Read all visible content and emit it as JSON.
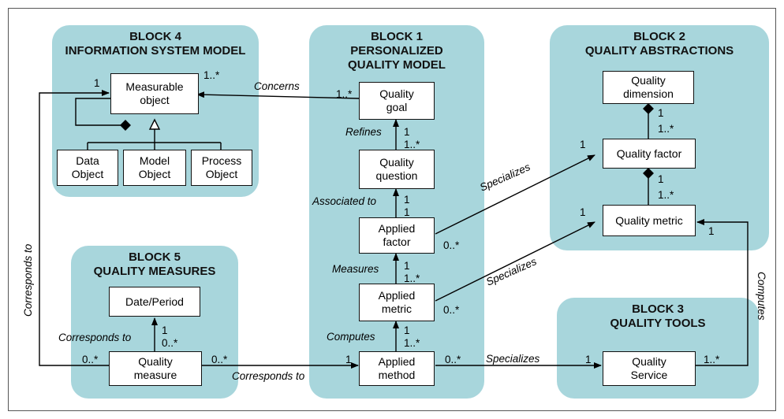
{
  "blocks": {
    "b4": "BLOCK 4\nINFORMATION SYSTEM MODEL",
    "b1": "BLOCK 1\nPERSONALIZED\nQUALITY MODEL",
    "b2": "BLOCK 2\nQUALITY ABSTRACTIONS",
    "b5": "BLOCK 5\nQUALITY MEASURES",
    "b3": "BLOCK 3\nQUALITY TOOLS"
  },
  "boxes": {
    "measurable_object": "Measurable\nobject",
    "data_object": "Data\nObject",
    "model_object": "Model\nObject",
    "process_object": "Process\nObject",
    "quality_goal": "Quality\ngoal",
    "quality_question": "Quality\nquestion",
    "applied_factor": "Applied\nfactor",
    "applied_metric": "Applied\nmetric",
    "applied_method": "Applied\nmethod",
    "quality_dimension": "Quality\ndimension",
    "quality_factor": "Quality factor",
    "quality_metric": "Quality metric",
    "date_period": "Date/Period",
    "quality_measure": "Quality\nmeasure",
    "quality_service": "Quality\nService"
  },
  "relations": {
    "concerns": "Concerns",
    "refines": "Refines",
    "associated_to": "Associated to",
    "measures": "Measures",
    "computes_left": "Computes",
    "computes_right": "Computes",
    "specializes_factor": "Specializes",
    "specializes_metric": "Specializes",
    "specializes_service": "Specializes",
    "corresponds_to_vertical": "Corresponds to",
    "corresponds_to_date": "Corresponds to",
    "corresponds_to_method": "Corresponds to"
  },
  "multiplicities": {
    "mo_one": "1",
    "mo_many": "1..*",
    "goal_many": "1..*",
    "goal_one": "1",
    "question_many": "1..*",
    "question_one": "1",
    "factor_one": "1",
    "factor_many": "0..*",
    "metric_one": "1",
    "metric_many_up": "1..*",
    "metric_one_down": "1",
    "metric_many": "0..*",
    "method_many_up": "1..*",
    "method_many_right": "0..*",
    "method_one_left": "1",
    "dim_one": "1",
    "qf_many": "1..*",
    "qf_one_left": "1",
    "qf_one_below": "1",
    "qm_many": "1..*",
    "qm_one_left": "1",
    "qm_one_right": "1",
    "date_one": "1",
    "date_many": "0..*",
    "measure_many_left": "0..*",
    "measure_many_right": "0..*",
    "service_one": "1",
    "service_many": "1..*"
  }
}
